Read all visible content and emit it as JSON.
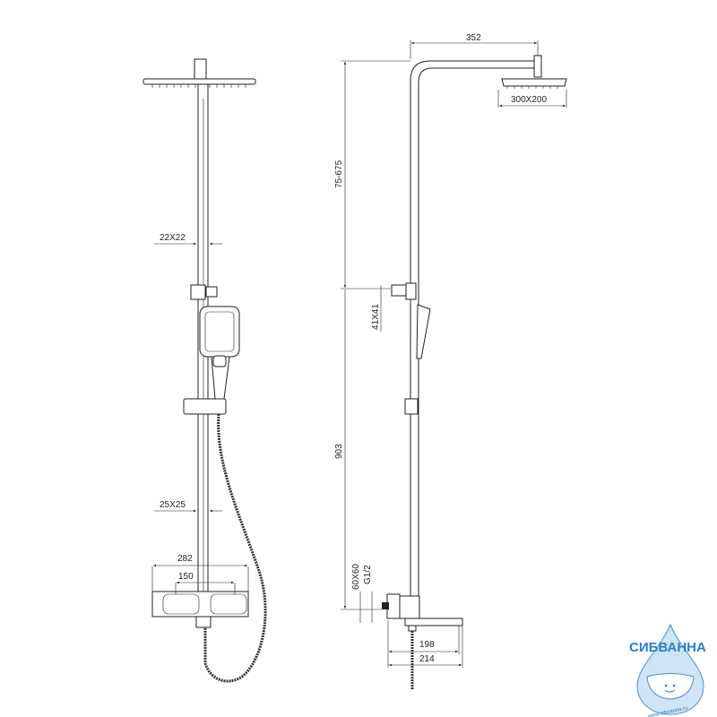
{
  "front_view": {
    "dims": {
      "bar_top": "22X22",
      "bar_bottom": "25X25",
      "thermostat_width": "282",
      "inlet_spacing": "150"
    }
  },
  "side_view": {
    "dims": {
      "arm_reach": "352",
      "head_size": "300X200",
      "height_adjust": "75-675",
      "slider_size": "41X41",
      "lower_height": "903",
      "fixing_size": "60X60",
      "thread": "G1/2",
      "spout_198": "198",
      "spout_214": "214"
    }
  },
  "logo": {
    "name": "СИБВАННА",
    "url": "www.sibvanna.ru",
    "color": "#2a7fc9"
  }
}
